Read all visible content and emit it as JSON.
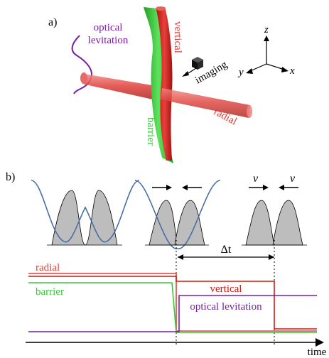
{
  "panel_a": {
    "label": "a)",
    "optical_levitation": [
      "optical",
      "levitation"
    ],
    "vertical": "vertical",
    "barrier": "barrier",
    "radial": "radial",
    "imaging": "imaging",
    "axes": {
      "z": "z",
      "y": "y",
      "x": "x"
    }
  },
  "panel_b": {
    "label": "b)",
    "v_left": "v",
    "v_right": "v",
    "delta_t": "Δt",
    "radial": "radial",
    "barrier": "barrier",
    "vertical": "vertical",
    "optical_levitation": "optical levitation",
    "time": "time"
  },
  "colors": {
    "radial": "#e0403a",
    "vertical": "#cc1a14",
    "barrier": "#33cc33",
    "levitation": "#7a1fa2",
    "well": "#4a6fa5",
    "atoms": "#bdbdbd"
  }
}
